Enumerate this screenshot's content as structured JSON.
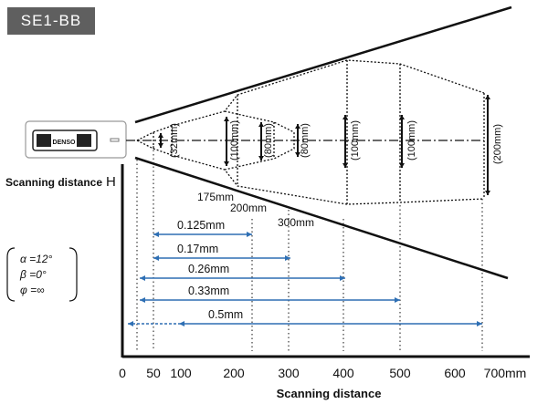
{
  "model": "SE1-BB",
  "scan_label": "Scanning distance",
  "scan_label_arrow": "H",
  "x_axis_label": "Scanning distance",
  "ticks": [
    "0",
    "50",
    "100",
    "200",
    "300",
    "400",
    "500",
    "600",
    "700mm"
  ],
  "params": [
    "α =12°",
    "β =0°",
    "φ =∞"
  ],
  "device_logo": "DENSO",
  "widths": [
    {
      "label": "(32mm)"
    },
    {
      "label": "(100mm)"
    },
    {
      "label": "(80mm)"
    },
    {
      "label": "(80mm)"
    },
    {
      "label": "(100mm)"
    },
    {
      "label": "(100mm)"
    },
    {
      "label": "(200mm)"
    }
  ],
  "distances": [
    {
      "label": "175mm"
    },
    {
      "label": "200mm"
    },
    {
      "label": "300mm"
    }
  ],
  "resolutions": [
    {
      "label": "0.125mm",
      "from": 50,
      "to": 230
    },
    {
      "label": "0.17mm",
      "from": 50,
      "to": 300
    },
    {
      "label": "0.26mm",
      "from": 25,
      "to": 400
    },
    {
      "label": "0.33mm",
      "from": 25,
      "to": 500
    },
    {
      "label": "0.5mm",
      "from": 0,
      "to": 650
    }
  ],
  "colors": {
    "arrow": "#2e6fb4",
    "tab": "#5f5f5f",
    "line": "#111111"
  }
}
